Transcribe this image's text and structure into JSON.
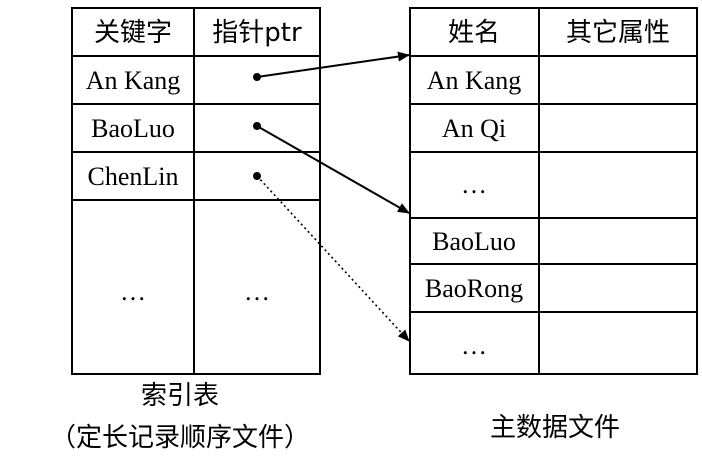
{
  "index_table": {
    "headers": [
      "关键字",
      "指针ptr"
    ],
    "rows": [
      {
        "key": "An Kang",
        "ptr": "•"
      },
      {
        "key": "BaoLuo",
        "ptr": "•"
      },
      {
        "key": "ChenLin",
        "ptr": "•"
      },
      {
        "key": "…",
        "ptr": "…"
      }
    ],
    "caption_line1": "索引表",
    "caption_line2": "（定长记录顺序文件）"
  },
  "main_file": {
    "headers": [
      "姓名",
      "其它属性"
    ],
    "rows": [
      {
        "name": "An Kang",
        "other": ""
      },
      {
        "name": "An Qi",
        "other": ""
      },
      {
        "name": "…",
        "other": ""
      },
      {
        "name": "BaoLuo",
        "other": ""
      },
      {
        "name": "BaoRong",
        "other": ""
      },
      {
        "name": "…",
        "other": ""
      }
    ],
    "caption": "主数据文件"
  },
  "pointers": [
    {
      "from_key": "An Kang",
      "to_name": "An Kang",
      "style": "solid"
    },
    {
      "from_key": "BaoLuo",
      "to_name": "BaoLuo",
      "style": "solid"
    },
    {
      "from_key": "ChenLin",
      "to_name": "…",
      "style": "dotted"
    }
  ]
}
